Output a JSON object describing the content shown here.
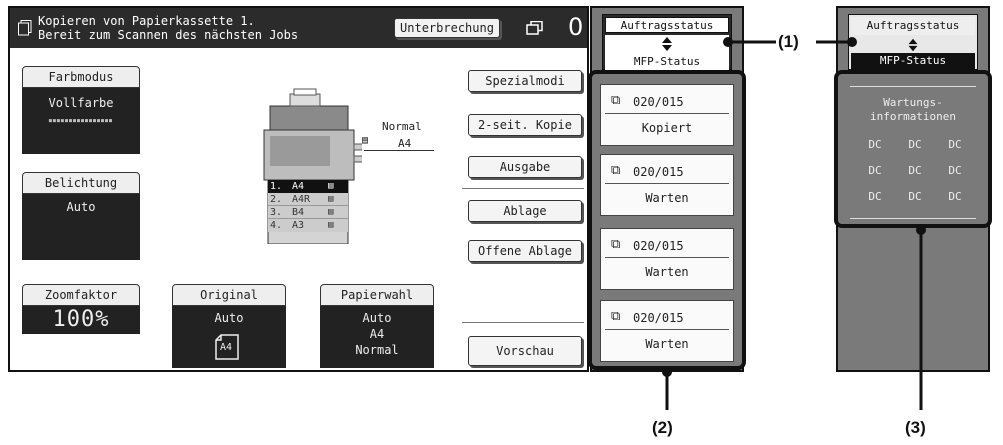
{
  "header": {
    "message": "Kopieren von Papierkassette 1.\nBereit zum Scannen des nächsten Jobs",
    "interrupt_button": "Unterbrechung",
    "count": "0"
  },
  "modes": {
    "color_mode": {
      "label": "Farbmodus",
      "value": "Vollfarbe",
      "dots": "■■■■■■■■■■■■■■■■"
    },
    "exposure": {
      "label": "Belichtung",
      "value": "Auto"
    },
    "zoom": {
      "label": "Zoomfaktor",
      "value": "100%"
    },
    "original": {
      "label": "Original",
      "value": "Auto",
      "size": "A4"
    },
    "paper": {
      "label": "Papierwahl",
      "value": "Auto",
      "size": "A4",
      "type": "Normal"
    }
  },
  "machine": {
    "output_type": "Normal",
    "output_size": "A4",
    "trays": [
      {
        "num": "1.",
        "size": "A4"
      },
      {
        "num": "2.",
        "size": "A4R"
      },
      {
        "num": "3.",
        "size": "B4"
      },
      {
        "num": "4.",
        "size": "A3"
      }
    ]
  },
  "side_buttons": [
    "Spezialmodi",
    "2-seit. Kopie",
    "Ausgabe",
    "Ablage",
    "Offene Ablage",
    "Vorschau"
  ],
  "job_panel": {
    "status_button_top": "Auftragsstatus",
    "status_button_bottom": "MFP-Status",
    "jobs": [
      {
        "count": "020/015",
        "status": "Kopiert"
      },
      {
        "count": "020/015",
        "status": "Warten"
      },
      {
        "count": "020/015",
        "status": "Warten"
      },
      {
        "count": "020/015",
        "status": "Warten"
      }
    ]
  },
  "status_panel": {
    "status_button_top": "Auftragsstatus",
    "status_button_bottom": "MFP-Status",
    "maintenance_title": "Wartungs-\ninformationen",
    "dc_rows": [
      [
        "DC",
        "DC",
        "DC"
      ],
      [
        "DC",
        "DC",
        "DC"
      ],
      [
        "DC",
        "DC",
        "DC"
      ]
    ]
  },
  "callouts": {
    "one": "(1)",
    "two": "(2)",
    "three": "(3)"
  }
}
